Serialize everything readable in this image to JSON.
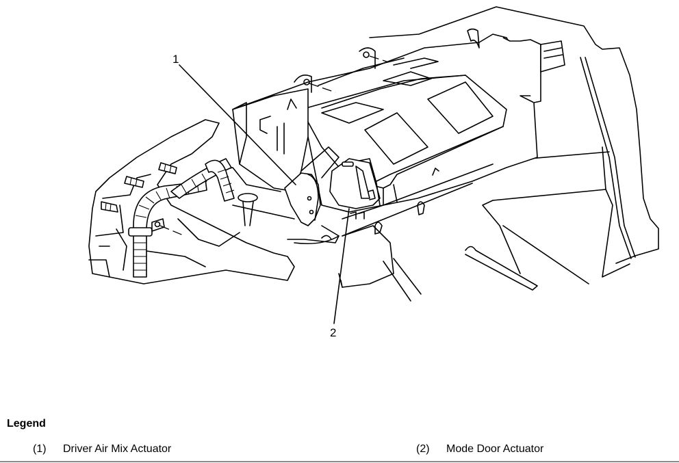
{
  "figure": {
    "title": "HVAC module actuator locations",
    "callouts": [
      {
        "number": "1",
        "part": "Driver Air Mix Actuator"
      },
      {
        "number": "2",
        "part": "Mode Door Actuator"
      }
    ]
  },
  "legend": {
    "title": "Legend",
    "items": [
      {
        "number": "(1)",
        "label": "Driver Air Mix Actuator"
      },
      {
        "number": "(2)",
        "label": "Mode Door Actuator"
      }
    ]
  },
  "colors": {
    "line": "#000000",
    "background": "#ffffff",
    "rule": "#8a8a8a"
  }
}
